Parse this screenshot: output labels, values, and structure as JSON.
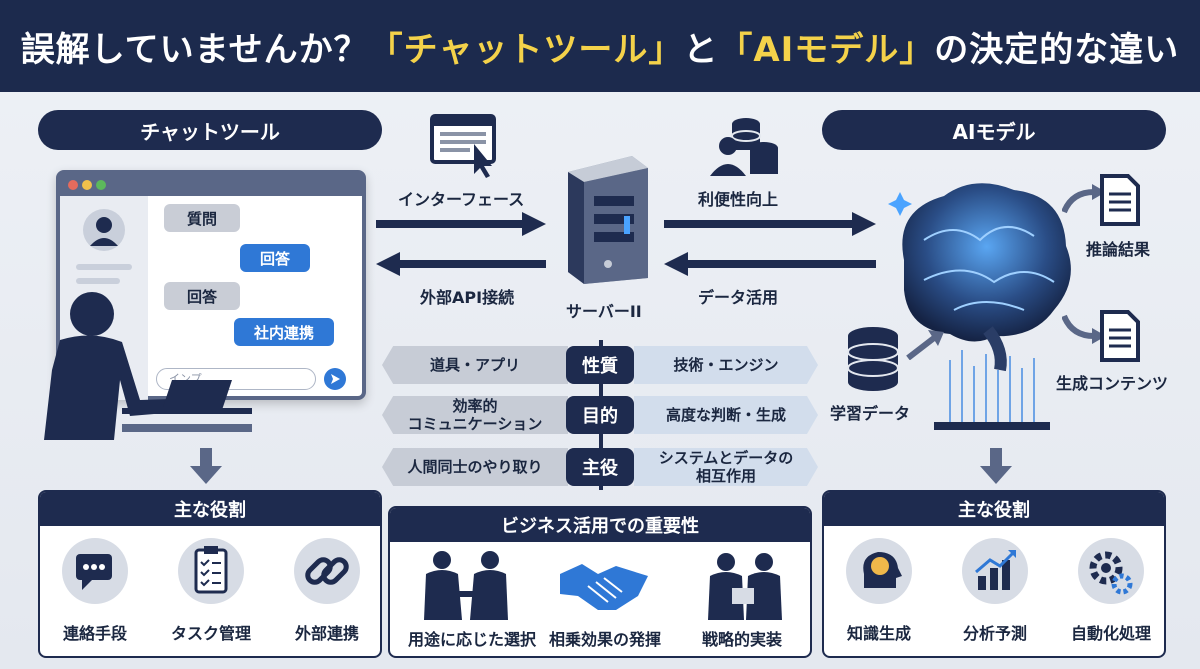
{
  "title": {
    "part1": "誤解していませんか？",
    "highlight1": "「チャットツール」",
    "part2": "と",
    "highlight2": "「AIモデル」",
    "part3": "の決定的な違い"
  },
  "left_header": "チャットツール",
  "right_header": "AIモデル",
  "chat": {
    "bubbles": [
      "質問",
      "回答",
      "回答",
      "社内連携"
    ],
    "input_placeholder": "インプ..."
  },
  "center": {
    "interface_label": "インターフェース",
    "api_label": "外部API接続",
    "server_label": "サーバーII",
    "convenience_label": "利便性向上",
    "data_label": "データ活用"
  },
  "ai": {
    "inference_label": "推論結果",
    "content_label": "生成コンテンツ",
    "training_label": "学習データ"
  },
  "comparison": [
    {
      "left": "道具・アプリ",
      "mid": "性質",
      "right": "技術・エンジン"
    },
    {
      "left": "効率的\nコミュニケーション",
      "mid": "目的",
      "right": "高度な判断・生成"
    },
    {
      "left": "人間同士のやり取り",
      "mid": "主役",
      "right": "システムとデータの\n相互作用"
    }
  ],
  "left_panel": {
    "title": "主な役割",
    "items": [
      "連絡手段",
      "タスク管理",
      "外部連携"
    ]
  },
  "center_panel": {
    "title": "ビジネス活用での重要性",
    "items": [
      "用途に応じた選択",
      "相乗効果の発揮",
      "戦略的実装"
    ]
  },
  "right_panel": {
    "title": "主な役割",
    "items": [
      "知識生成",
      "分析予測",
      "自動化処理"
    ]
  },
  "colors": {
    "navy": "#1e2b4f",
    "accent_blue": "#2f78d6",
    "highlight_yellow": "#f4d24a"
  }
}
